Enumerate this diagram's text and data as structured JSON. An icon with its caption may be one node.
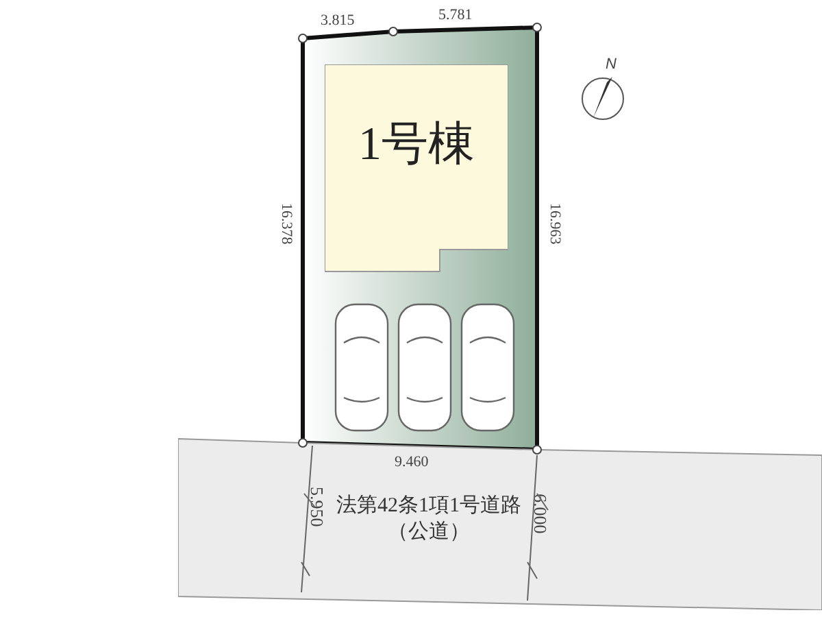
{
  "diagram": {
    "nodes": [
      {
        "text": [],
        "shape": "box"
      },
      {
        "text": [
          "1号棟"
        ],
        "in": 0
      },
      {
        "text": [
          "法第42条1項1号道路（公道）"
        ]
      }
    ],
    "edges": [],
    "labels": [
      "3.815",
      "5.781",
      "N",
      "16.378",
      "16.963",
      "9.460",
      "5.950",
      "6.000"
    ]
  }
}
